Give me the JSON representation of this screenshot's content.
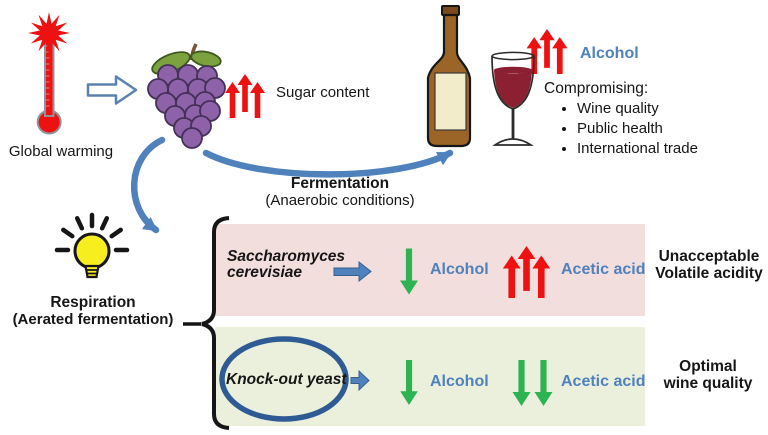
{
  "palette": {
    "red": "#ee1111",
    "steel_blue": "#4f81bd",
    "green": "#2eb353",
    "grape_purple": "#8e62a8",
    "pink_box_bg": "#f2dedc",
    "green_box_bg": "#eaf0dc"
  },
  "global_warming": {
    "label": "Global warming"
  },
  "sugar": {
    "label": "Sugar content"
  },
  "wine_impact": {
    "alcohol_label": "Alcohol",
    "compromising_title": "Compromising:",
    "items": [
      "Wine quality",
      "Public health",
      "International trade"
    ]
  },
  "fermentation": {
    "title": "Fermentation",
    "subtitle": "(Anaerobic conditions)"
  },
  "respiration": {
    "title": "Respiration",
    "subtitle": "(Aerated fermentation)"
  },
  "scenario_wild": {
    "organism_line1": "Saccharomyces",
    "organism_line2": "cerevisiae",
    "alcohol_label": "Alcohol",
    "acetic_label": "Acetic acid",
    "outcome_line1": "Unacceptable",
    "outcome_line2": "Volatile acidity"
  },
  "scenario_knockout": {
    "organism": "Knock-out yeast",
    "alcohol_label": "Alcohol",
    "acetic_label": "Acetic acid",
    "outcome_line1": "Optimal",
    "outcome_line2": "wine quality"
  }
}
